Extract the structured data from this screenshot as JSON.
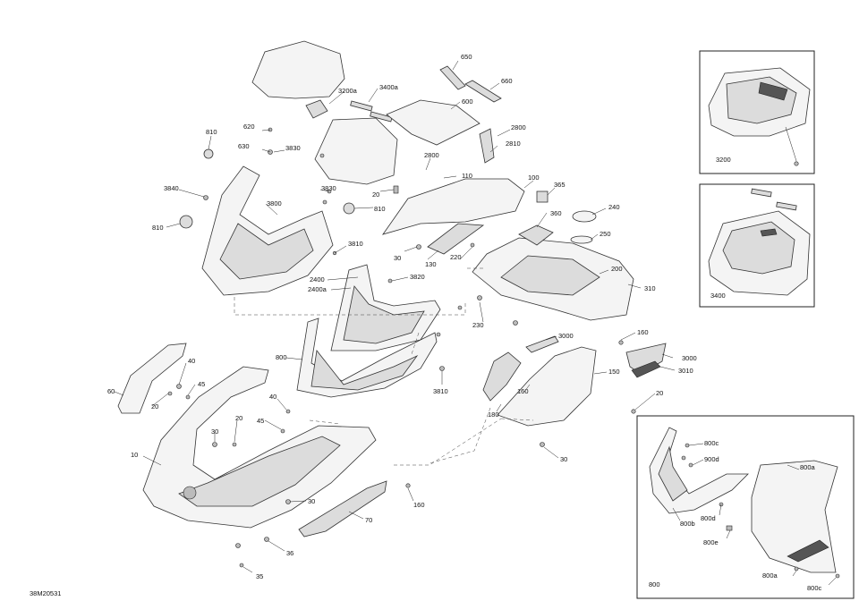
{
  "diagram_id": "38M20531",
  "insets": {
    "top_right_label": "3200",
    "middle_right_label": "3400",
    "bottom_right_label": "800"
  },
  "labels": {
    "l650": "650",
    "l660": "660",
    "l600": "600",
    "l3200a": "3200a",
    "l3400a": "3400a",
    "l2800a": "2800",
    "l2810": "2810",
    "l620": "620",
    "l630": "630",
    "l3830a": "3830",
    "l810a": "810",
    "l2800b": "2800",
    "l110": "110",
    "l100": "100",
    "l365": "365",
    "l3840": "3840",
    "l3830b": "3830",
    "l20a": "20",
    "l3800": "3800",
    "l810b": "810",
    "l810c": "810",
    "l360": "360",
    "l240": "240",
    "l250": "250",
    "l3810a": "3810",
    "l30a": "30",
    "l130": "130",
    "l220": "220",
    "l200": "200",
    "l310": "310",
    "l2400": "2400",
    "l3820": "3820",
    "l2400a": "2400a",
    "l230": "230",
    "l3000d": "3000",
    "l160a": "160",
    "l3000": "3000",
    "l3010": "3010",
    "l800": "800",
    "l150": "150",
    "l3810b": "3810",
    "l60": "60",
    "l40a": "40",
    "l45a": "45",
    "l20b": "20",
    "l160b": "160",
    "l20c": "20",
    "l180": "180",
    "l40b": "40",
    "l45b": "45",
    "l20d": "20",
    "l30b": "30",
    "l30c": "30",
    "l10": "10",
    "l30d": "30",
    "l160c": "160",
    "l70": "70",
    "l36": "36",
    "l35": "35",
    "l800a": "800a",
    "l800c_top": "800c",
    "l900d": "900d",
    "l800b": "800b",
    "l800d": "800d",
    "l800e": "800e",
    "l800a2": "800a",
    "l800c_bot": "800c"
  }
}
